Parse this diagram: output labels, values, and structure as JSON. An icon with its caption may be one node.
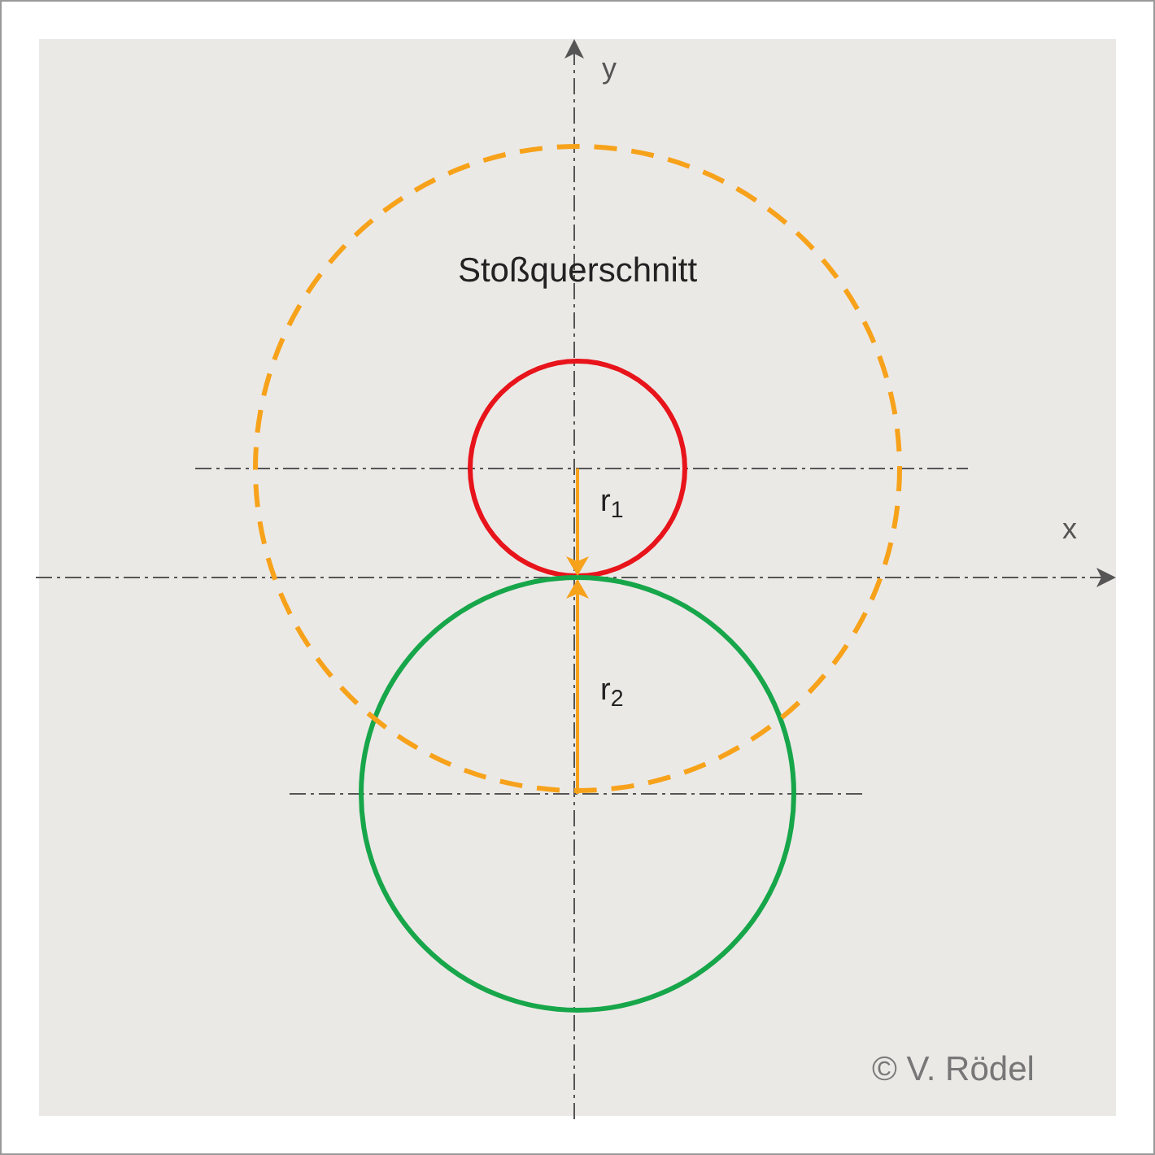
{
  "diagram": {
    "nodes": [
      {
        "text": [
          "Stoßquerschnitt"
        ]
      }
    ],
    "labels": [
      "y",
      "x",
      "r$_{1}$",
      "r$_{2}$",
      "© V. Rödel"
    ]
  }
}
